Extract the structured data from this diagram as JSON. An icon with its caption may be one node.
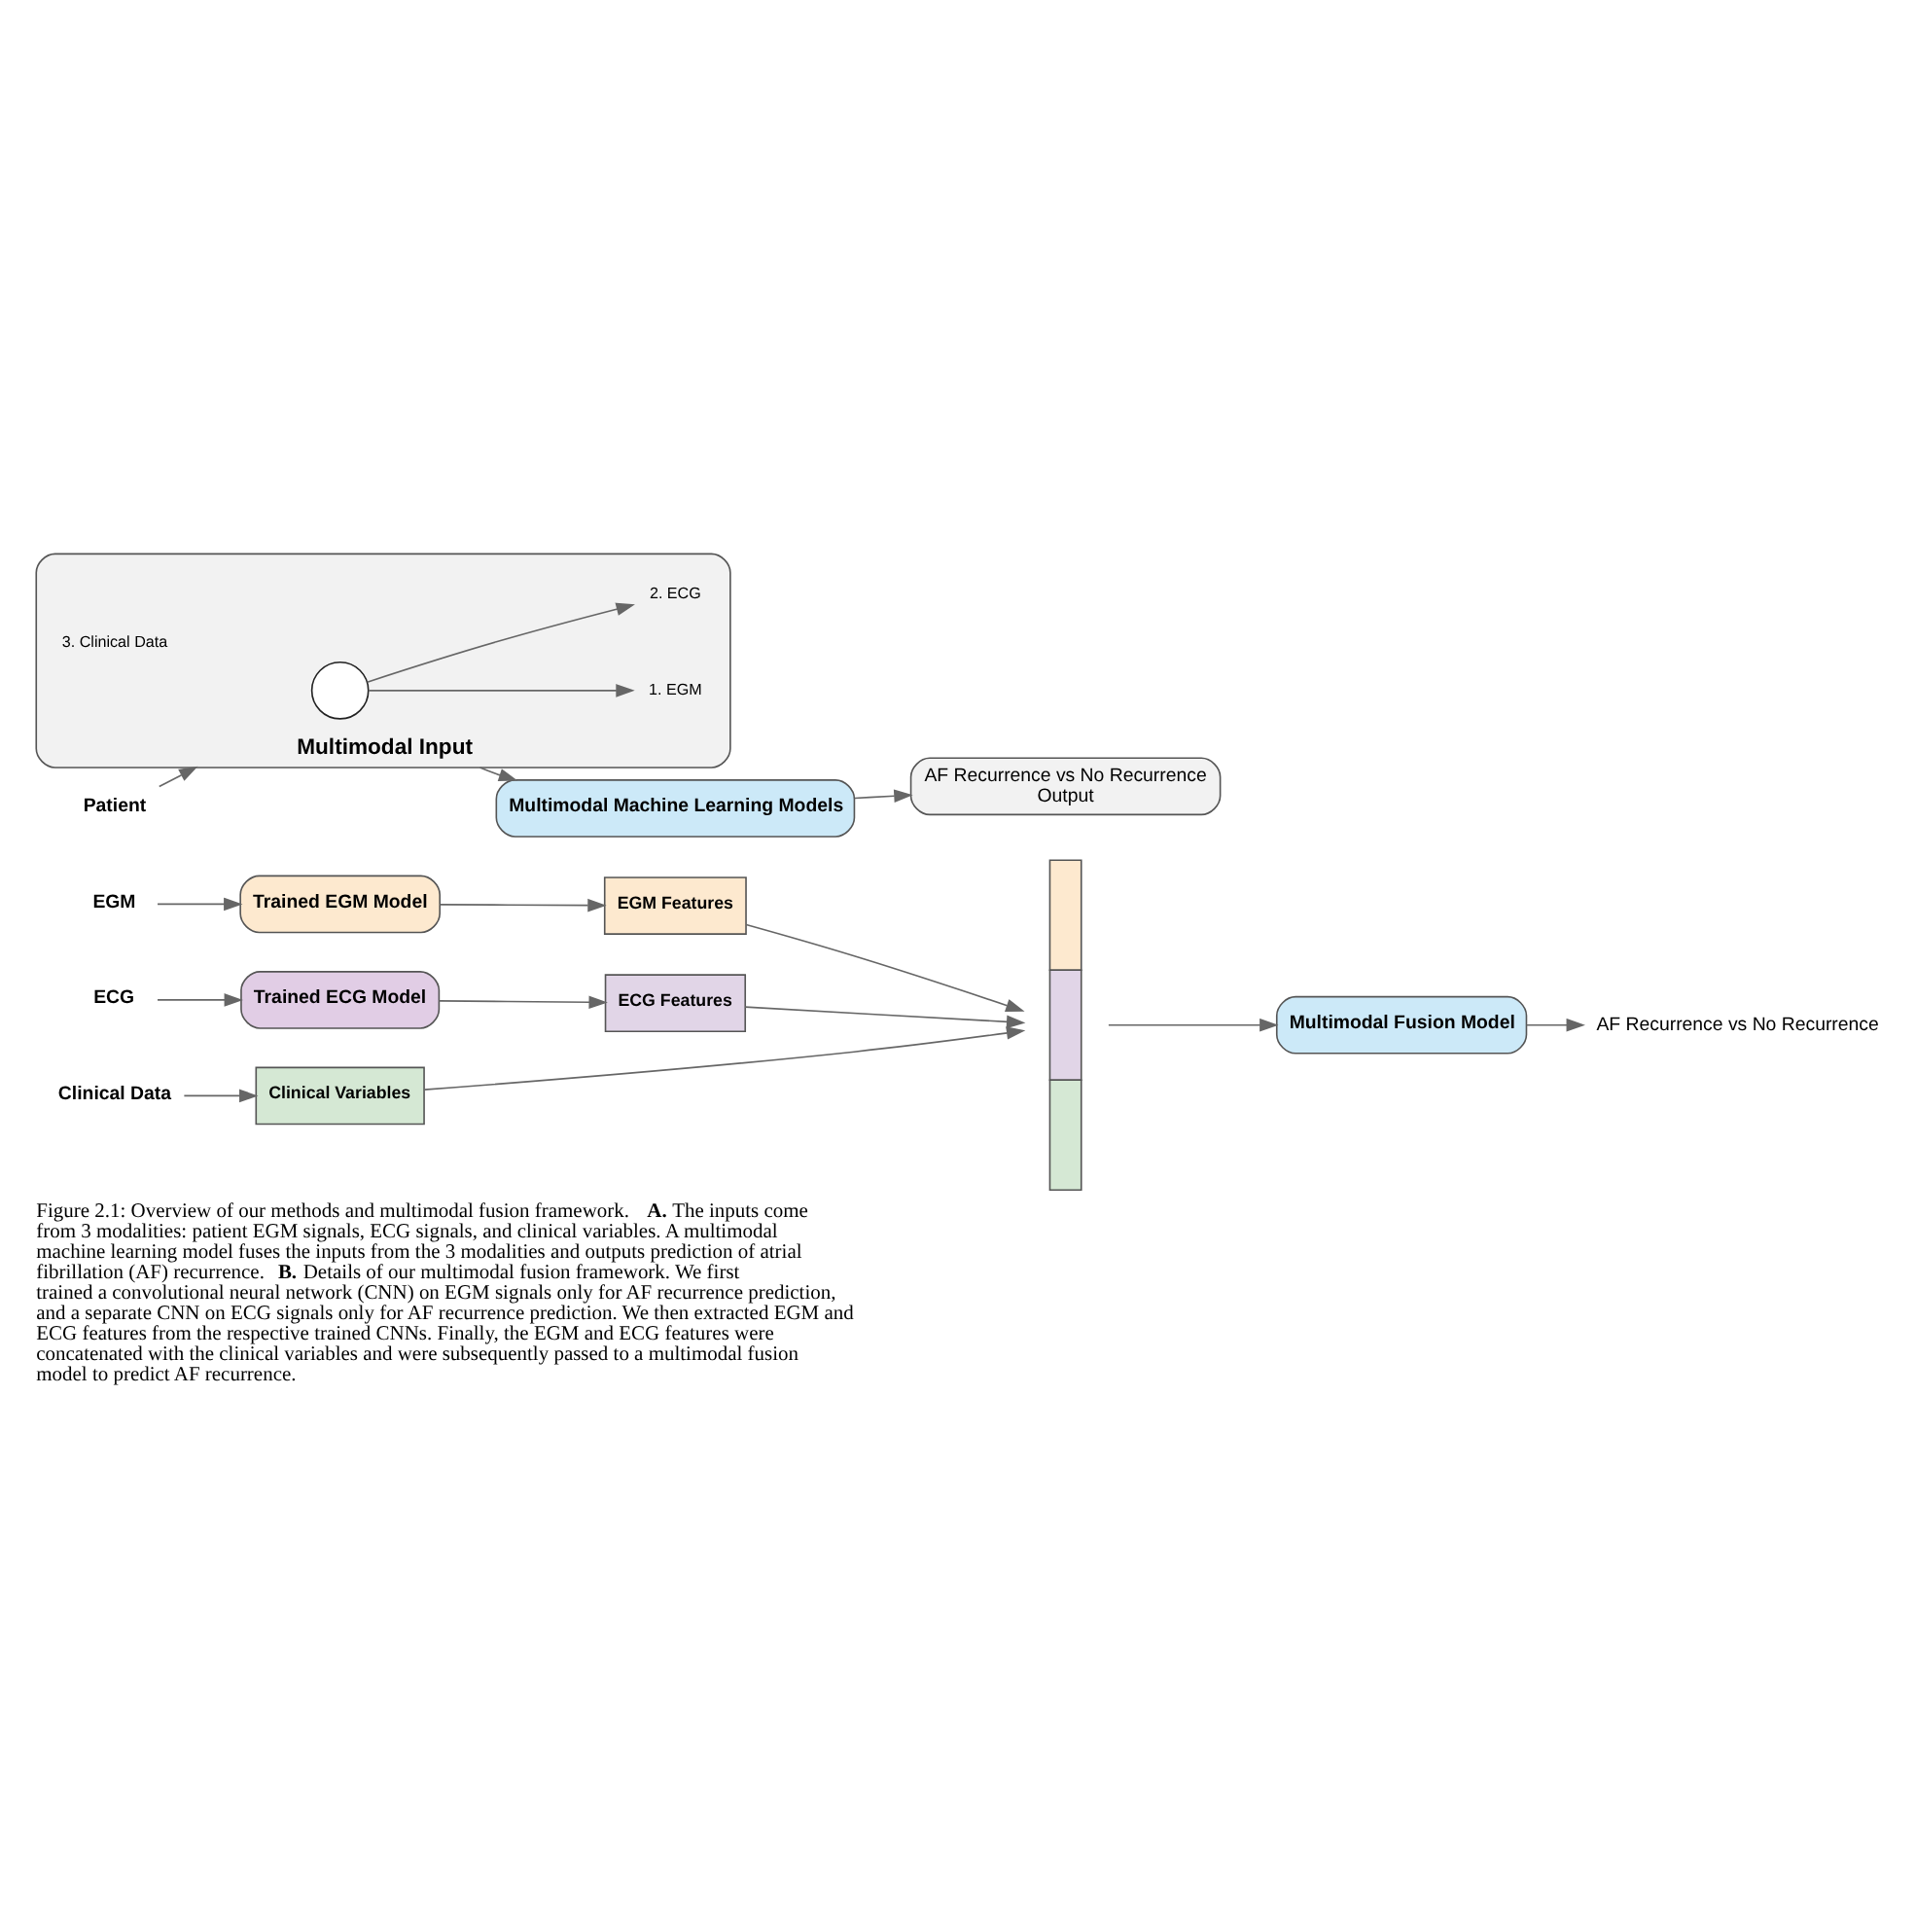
{
  "diagram": {
    "caption": "Figure 2.1: Overview of our methods and multimodal fusion framework. **A.** The inputs come from 3 modalities: patient EGM signals, ECG signals, and clinical variables. A multimodal machine learning model fuses the inputs from the 3 modalities and outputs prediction of atrial fibrillation (AF) recurrence. **B.** Details of our multimodal fusion framework. We first trained a convolutional neural network (CNN) on EGM signals only for AF recurrence prediction, and a separate CNN on ECG signals only for AF recurrence prediction. We then extracted EGM and ECG features from the respective trained CNNs. Finally, the EGM and ECG features were concatenated with the clinical variables and were subsequently passed to a multimodal fusion model to predict AF recurrence.",
    "nodes": [
      {
        "text": [
          "Patient"
        ]
      },
      {
        "text": [
          "Multimodal Input"
        ]
      },
      {
        "text": [],
        "shape": "heart",
        "in": 1
      },
      {
        "text": [
          "1. EGM"
        ],
        "in": 1
      },
      {
        "text": [
          "2. ECG"
        ],
        "in": 1
      },
      {
        "text": [
          "3. Clinical Data"
        ],
        "in": 1
      },
      {
        "text": [
          "Multimodal Machine Learning Models"
        ]
      },
      {
        "text": [
          "AF Recurrence vs No Recurrence",
          "Output"
        ]
      },
      {
        "text": [
          "EGM"
        ]
      },
      {
        "text": [
          "Trained EGM Model"
        ]
      },
      {
        "text": [
          "EGM Features"
        ]
      },
      {
        "text": [
          "ECG"
        ]
      },
      {
        "text": [
          "Trained ECG Model"
        ]
      },
      {
        "text": [
          "ECG Features"
        ]
      },
      {
        "text": [
          "Clinical Data"
        ]
      },
      {
        "text": [
          "Clinical Variables"
        ]
      },
      {
        "text": [],
        "shape": "bar"
      },
      {
        "text": [
          "Multimodal Fusion Model"
        ]
      },
      {
        "text": [
          "AF Recurrence vs No Recurrence"
        ]
      }
    ],
    "edges": [
      {
        "from": 0,
        "to": 1,
        "arrow": "to"
      },
      {
        "from": 2,
        "to": 3,
        "arrow": "to"
      },
      {
        "from": 2,
        "to": 4,
        "arrow": "to"
      },
      {
        "from": 1,
        "to": 6,
        "arrow": "to"
      },
      {
        "from": 6,
        "to": 7,
        "arrow": "to"
      },
      {
        "from": 8,
        "to": 9,
        "arrow": "to"
      },
      {
        "from": 9,
        "to": 10,
        "arrow": "to"
      },
      {
        "from": 11,
        "to": 12,
        "arrow": "to"
      },
      {
        "from": 12,
        "to": 13,
        "arrow": "to"
      },
      {
        "from": 14,
        "to": 15,
        "arrow": "to"
      },
      {
        "from": 10,
        "to": 16,
        "arrow": "to"
      },
      {
        "from": 13,
        "to": 16,
        "arrow": "to"
      },
      {
        "from": 15,
        "to": 16,
        "arrow": "to"
      },
      {
        "from": 16,
        "to": 17,
        "arrow": "to"
      },
      {
        "from": 17,
        "to": 18,
        "arrow": "to"
      }
    ]
  }
}
